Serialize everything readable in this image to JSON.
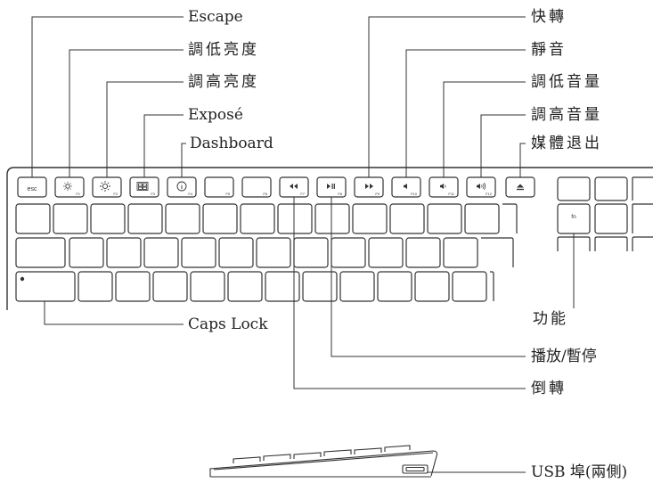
{
  "callouts": {
    "escape": "Escape",
    "brightness_down": "調低亮度",
    "brightness_up": "調高亮度",
    "expose": "Exposé",
    "dashboard": "Dashboard",
    "fast_forward": "快轉",
    "mute": "靜音",
    "volume_down": "調低音量",
    "volume_up": "調高音量",
    "media_eject": "媒體退出",
    "caps_lock": "Caps Lock",
    "function": "功能",
    "play_pause": "播放/暫停",
    "rewind": "倒轉",
    "usb_port": "USB 埠(兩側)"
  },
  "keys": {
    "esc": "esc",
    "fn": "fn",
    "f_labels": [
      "F1",
      "F2",
      "F3",
      "F4",
      "F5",
      "F6",
      "F7",
      "F8",
      "F9",
      "F10",
      "F11",
      "F12"
    ]
  },
  "icons": {
    "brightness_down": "sun-small-icon",
    "brightness_up": "sun-large-icon",
    "expose": "expose-icon",
    "dashboard": "dashboard-icon",
    "rewind": "rewind-icon",
    "play_pause": "play-pause-icon",
    "fast_forward": "fast-forward-icon",
    "mute": "mute-icon",
    "volume_down": "volume-down-icon",
    "volume_up": "volume-up-icon",
    "eject": "eject-icon"
  }
}
